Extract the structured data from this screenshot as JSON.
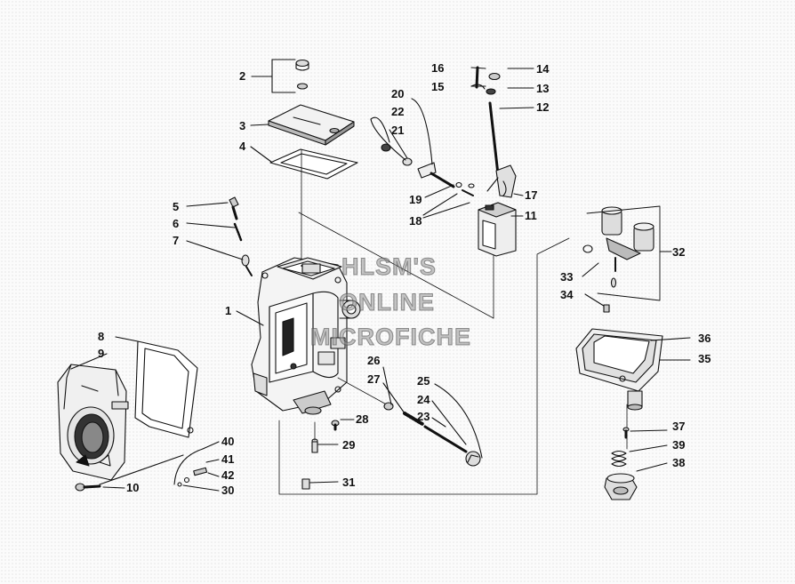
{
  "watermark": [
    "HLSM'S",
    "ONLINE",
    "MICROFICHE"
  ],
  "callouts": [
    {
      "id": "1",
      "label": "1"
    },
    {
      "id": "2",
      "label": "2"
    },
    {
      "id": "3",
      "label": "3"
    },
    {
      "id": "4",
      "label": "4"
    },
    {
      "id": "5",
      "label": "5"
    },
    {
      "id": "6",
      "label": "6"
    },
    {
      "id": "7",
      "label": "7"
    },
    {
      "id": "8",
      "label": "8"
    },
    {
      "id": "9",
      "label": "9"
    },
    {
      "id": "10",
      "label": "10"
    },
    {
      "id": "11",
      "label": "11"
    },
    {
      "id": "12",
      "label": "12"
    },
    {
      "id": "13",
      "label": "13"
    },
    {
      "id": "14",
      "label": "14"
    },
    {
      "id": "15",
      "label": "15"
    },
    {
      "id": "16",
      "label": "16"
    },
    {
      "id": "17",
      "label": "17"
    },
    {
      "id": "18",
      "label": "18"
    },
    {
      "id": "19",
      "label": "19"
    },
    {
      "id": "20",
      "label": "20"
    },
    {
      "id": "21",
      "label": "21"
    },
    {
      "id": "22",
      "label": "22"
    },
    {
      "id": "23",
      "label": "23"
    },
    {
      "id": "24",
      "label": "24"
    },
    {
      "id": "25",
      "label": "25"
    },
    {
      "id": "26",
      "label": "26"
    },
    {
      "id": "27",
      "label": "27"
    },
    {
      "id": "28",
      "label": "28"
    },
    {
      "id": "29",
      "label": "29"
    },
    {
      "id": "30",
      "label": "30"
    },
    {
      "id": "31",
      "label": "31"
    },
    {
      "id": "32",
      "label": "32"
    },
    {
      "id": "33",
      "label": "33"
    },
    {
      "id": "34",
      "label": "34"
    },
    {
      "id": "35",
      "label": "35"
    },
    {
      "id": "36",
      "label": "36"
    },
    {
      "id": "37",
      "label": "37"
    },
    {
      "id": "38",
      "label": "38"
    },
    {
      "id": "39",
      "label": "39"
    },
    {
      "id": "40",
      "label": "40"
    },
    {
      "id": "41",
      "label": "41"
    },
    {
      "id": "42",
      "label": "42"
    }
  ]
}
